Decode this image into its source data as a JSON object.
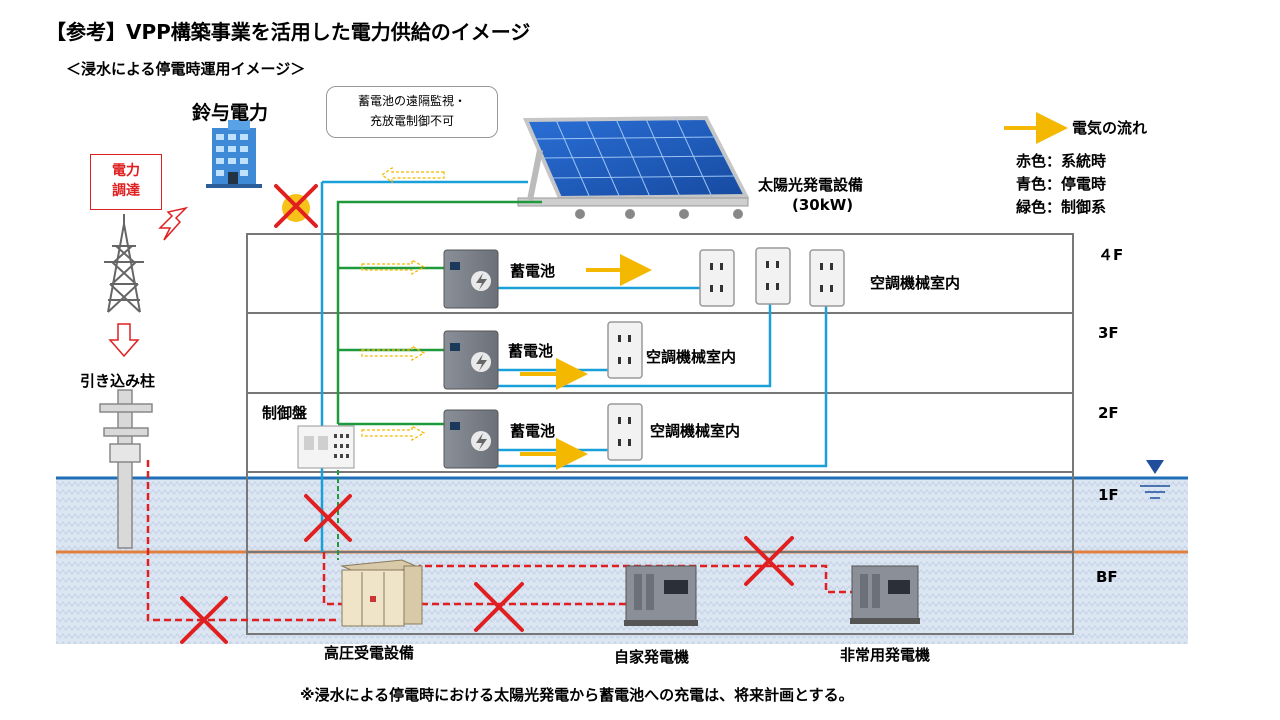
{
  "header": {
    "title": "【参考】VPP構築事業を活用した電力供給のイメージ",
    "subtitle": "＜浸水による停電時運用イメージ＞"
  },
  "company": {
    "name": "鈴与電力"
  },
  "bubble": {
    "line1": "蓄電池の遠隔監視・",
    "line2": "充放電制御不可"
  },
  "procurement": {
    "line1": "電力",
    "line2": "調達"
  },
  "utility_pole": {
    "label": "引き込み柱"
  },
  "solar": {
    "label_line1": "太陽光発電設備",
    "label_line2": "(30kW)"
  },
  "legend": {
    "arrow_label": "電気の流れ",
    "red": "赤色：系統時",
    "blue": "青色：停電時",
    "green": "緑色：制御系"
  },
  "floors": {
    "f4": "４F",
    "f3": "3F",
    "f2": "2F",
    "f1": "1F",
    "bf": "BF"
  },
  "equipment": {
    "battery_4f": "蓄電池",
    "battery_3f": "蓄電池",
    "battery_2f": "蓄電池",
    "ac_4f": "空調機械室内",
    "ac_3f": "空調機械室内",
    "ac_2f": "空調機械室内",
    "control_panel": "制御盤",
    "hv_receiving": "高圧受電設備",
    "private_generator": "自家発電機",
    "emergency_generator": "非常用発電機"
  },
  "footnote": "※浸水による停電時における太陽光発電から蓄電池への充電は、将来計画とする。",
  "colors": {
    "blue_line": "#1aa0d8",
    "green_line": "#1e9a3c",
    "red_line": "#e02020",
    "flow_arrow": "#f5b800",
    "water": "#dbe5f1",
    "water_line": "#1f6fb8",
    "bf_line": "#e08040"
  }
}
